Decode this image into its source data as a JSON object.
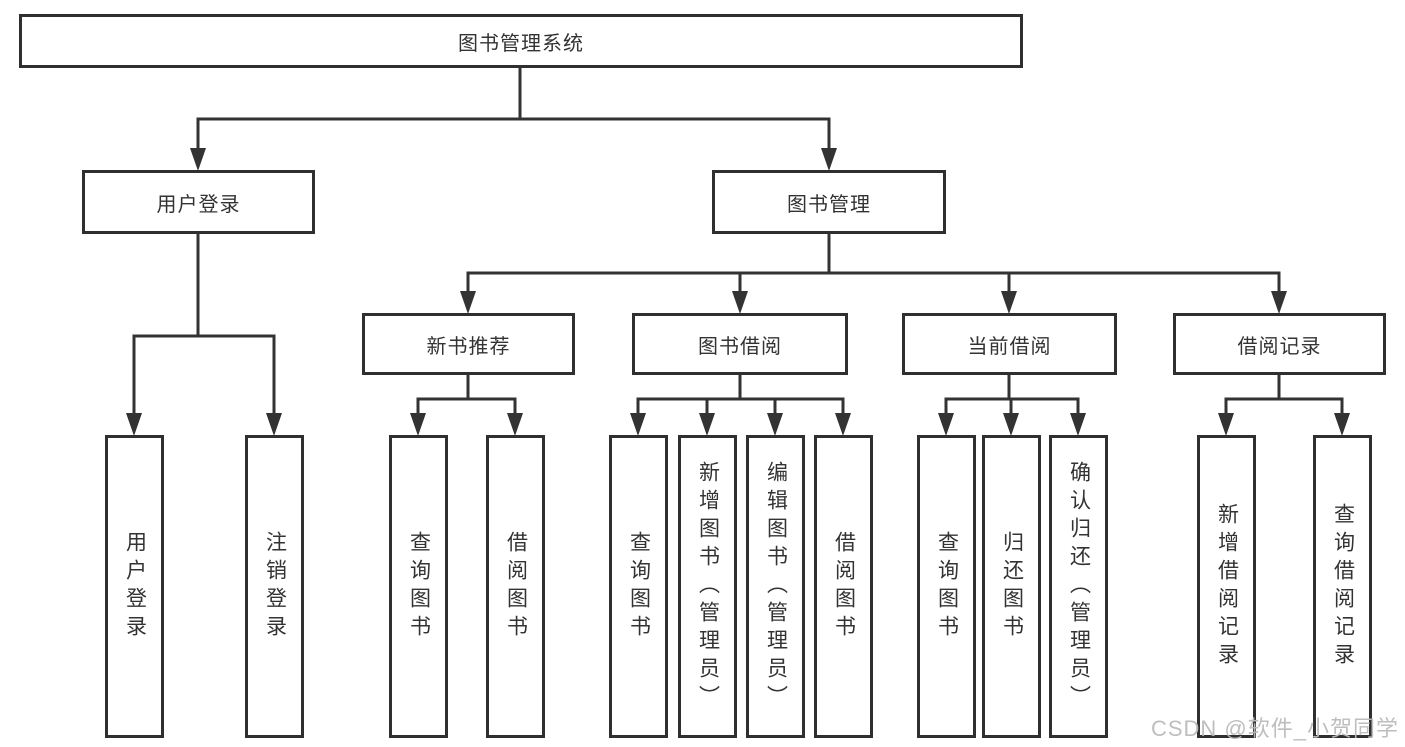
{
  "diagram": {
    "root": {
      "label": "图书管理系统"
    },
    "branches": [
      {
        "label": "用户登录",
        "children": [
          {
            "label": "用户登录"
          },
          {
            "label": "注销登录"
          }
        ]
      },
      {
        "label": "图书管理",
        "groups": [
          {
            "label": "新书推荐",
            "children": [
              {
                "label": "查询图书"
              },
              {
                "label": "借阅图书"
              }
            ]
          },
          {
            "label": "图书借阅",
            "children": [
              {
                "label": "查询图书"
              },
              {
                "label": "新增图书（管理员）"
              },
              {
                "label": "编辑图书（管理员）"
              },
              {
                "label": "借阅图书"
              }
            ]
          },
          {
            "label": "当前借阅",
            "children": [
              {
                "label": "查询图书"
              },
              {
                "label": "归还图书"
              },
              {
                "label": "确认归还（管理员）"
              }
            ]
          },
          {
            "label": "借阅记录",
            "children": [
              {
                "label": "新增借阅记录"
              },
              {
                "label": "查询借阅记录"
              }
            ]
          }
        ]
      }
    ]
  },
  "watermark": {
    "text": "CSDN @软件_小贺同学"
  },
  "colors": {
    "line": "#333333",
    "box_border": "#2f2f2f",
    "text": "#333333",
    "background": "#ffffff",
    "watermark": "#bababa"
  }
}
